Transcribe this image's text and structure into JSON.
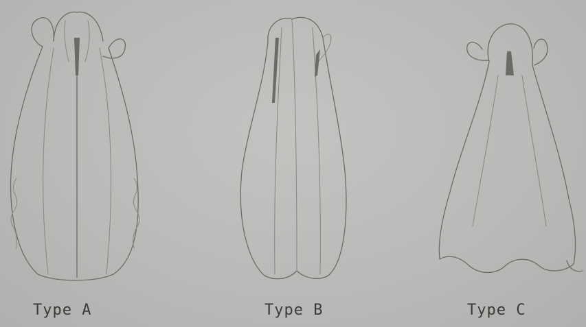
{
  "figures": [
    {
      "id": "A",
      "label": "Type A"
    },
    {
      "id": "B",
      "label": "Type B"
    },
    {
      "id": "C",
      "label": "Type C"
    }
  ]
}
